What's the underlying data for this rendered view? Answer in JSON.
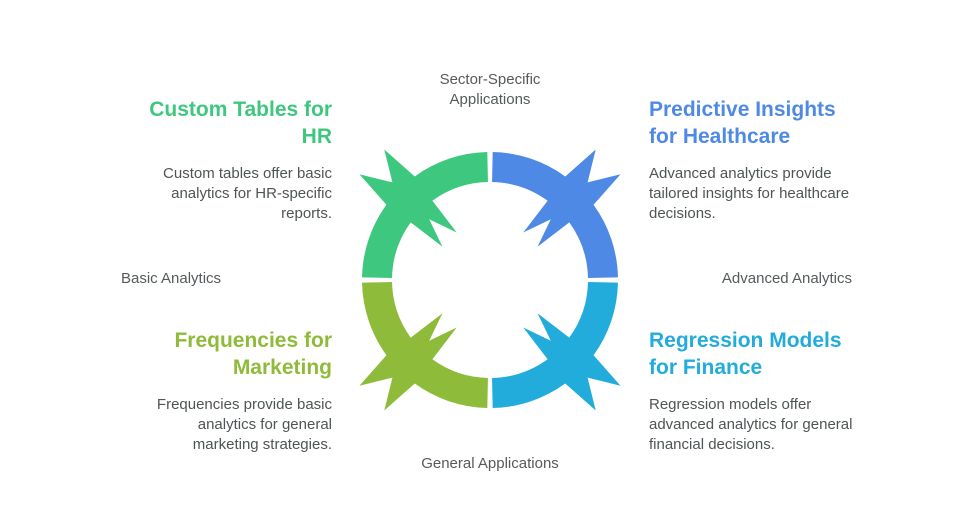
{
  "axes": {
    "top": "Sector-Specific\nApplications",
    "bottom": "General Applications",
    "left": "Basic Analytics",
    "right": "Advanced Analytics"
  },
  "quadrants": [
    {
      "id": "top-left",
      "title": "Custom Tables for HR",
      "description": "Custom tables offer basic analytics for HR-specific reports.",
      "color": "#3ec77e"
    },
    {
      "id": "top-right",
      "title": "Predictive Insights for Healthcare",
      "description": "Advanced analytics provide tailored insights for healthcare decisions.",
      "color": "#4f89e6"
    },
    {
      "id": "bottom-left",
      "title": "Frequencies for Marketing",
      "description": "Frequencies provide basic analytics for general marketing strategies.",
      "color": "#8fbb3a"
    },
    {
      "id": "bottom-right",
      "title": "Regression Models for Finance",
      "description": "Regression models offer advanced analytics for general financial decisions.",
      "color": "#22acdb"
    }
  ]
}
